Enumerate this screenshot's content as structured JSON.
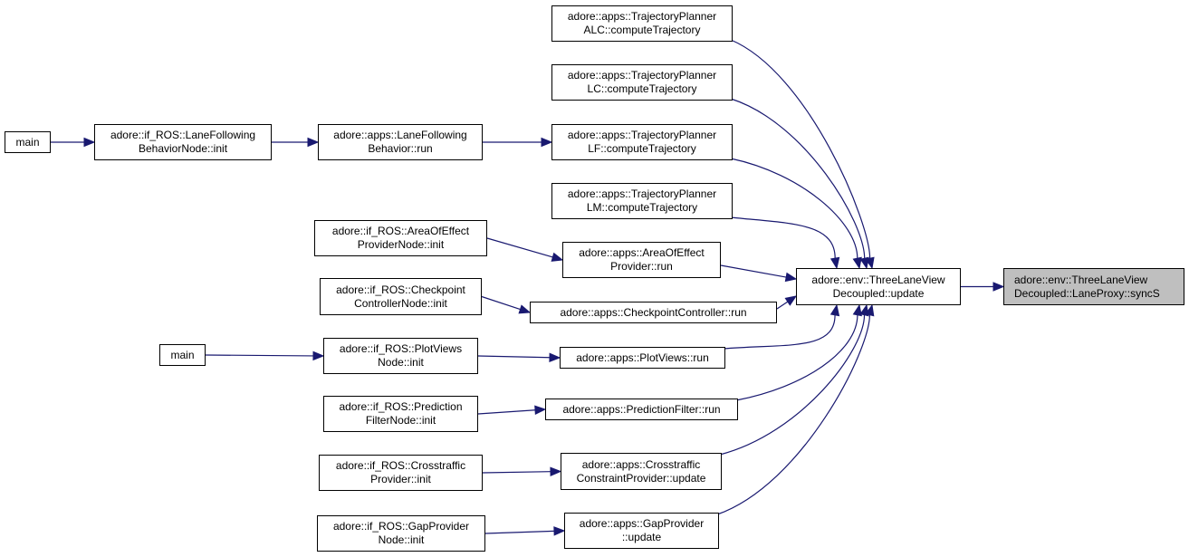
{
  "title": "Caller graph",
  "colors": {
    "edge": "#191970",
    "node_border": "#000000",
    "focus_fill": "#bfbfbf",
    "node_fill": "#ffffff"
  },
  "nodes": [
    {
      "id": "syncS",
      "lines": [
        "adore::env::ThreeLaneView",
        "Decoupled::LaneProxy::syncS"
      ],
      "focus": true
    },
    {
      "id": "tlv_update",
      "lines": [
        "adore::env::ThreeLaneView",
        "Decoupled::update"
      ]
    },
    {
      "id": "tp_alc",
      "lines": [
        "adore::apps::TrajectoryPlanner",
        "ALC::computeTrajectory"
      ]
    },
    {
      "id": "tp_lc",
      "lines": [
        "adore::apps::TrajectoryPlanner",
        "LC::computeTrajectory"
      ]
    },
    {
      "id": "tp_lf",
      "lines": [
        "adore::apps::TrajectoryPlanner",
        "LF::computeTrajectory"
      ]
    },
    {
      "id": "tp_lm",
      "lines": [
        "adore::apps::TrajectoryPlanner",
        "LM::computeTrajectory"
      ]
    },
    {
      "id": "aoe_run",
      "lines": [
        "adore::apps::AreaOfEffect",
        "Provider::run"
      ]
    },
    {
      "id": "cp_run",
      "lines": [
        "adore::apps::CheckpointController::run"
      ]
    },
    {
      "id": "pv_run",
      "lines": [
        "adore::apps::PlotViews::run"
      ]
    },
    {
      "id": "pf_run",
      "lines": [
        "adore::apps::PredictionFilter::run"
      ]
    },
    {
      "id": "ct_update",
      "lines": [
        "adore::apps::Crosstraffic",
        "ConstraintProvider::update"
      ]
    },
    {
      "id": "gp_update",
      "lines": [
        "adore::apps::GapProvider",
        "::update"
      ]
    },
    {
      "id": "lfb_run",
      "lines": [
        "adore::apps::LaneFollowing",
        "Behavior::run"
      ]
    },
    {
      "id": "lfb_node_init",
      "lines": [
        "adore::if_ROS::LaneFollowing",
        "BehaviorNode::init"
      ]
    },
    {
      "id": "main1",
      "lines": [
        "main"
      ]
    },
    {
      "id": "aoe_node_init",
      "lines": [
        "adore::if_ROS::AreaOfEffect",
        "ProviderNode::init"
      ]
    },
    {
      "id": "cp_node_init",
      "lines": [
        "adore::if_ROS::Checkpoint",
        "ControllerNode::init"
      ]
    },
    {
      "id": "pv_node_init",
      "lines": [
        "adore::if_ROS::PlotViews",
        "Node::init"
      ]
    },
    {
      "id": "main2",
      "lines": [
        "main"
      ]
    },
    {
      "id": "pf_node_init",
      "lines": [
        "adore::if_ROS::Prediction",
        "FilterNode::init"
      ]
    },
    {
      "id": "ct_node_init",
      "lines": [
        "adore::if_ROS::Crosstraffic",
        "Provider::init"
      ]
    },
    {
      "id": "gp_node_init",
      "lines": [
        "adore::if_ROS::GapProvider",
        "Node::init"
      ]
    }
  ],
  "edges": [
    {
      "from": "tlv_update",
      "to": "syncS"
    },
    {
      "from": "tp_alc",
      "to": "tlv_update"
    },
    {
      "from": "tp_lc",
      "to": "tlv_update"
    },
    {
      "from": "tp_lf",
      "to": "tlv_update"
    },
    {
      "from": "tp_lm",
      "to": "tlv_update"
    },
    {
      "from": "aoe_run",
      "to": "tlv_update"
    },
    {
      "from": "cp_run",
      "to": "tlv_update"
    },
    {
      "from": "pv_run",
      "to": "tlv_update"
    },
    {
      "from": "pf_run",
      "to": "tlv_update"
    },
    {
      "from": "ct_update",
      "to": "tlv_update"
    },
    {
      "from": "gp_update",
      "to": "tlv_update"
    },
    {
      "from": "main1",
      "to": "lfb_node_init"
    },
    {
      "from": "lfb_node_init",
      "to": "lfb_run"
    },
    {
      "from": "lfb_run",
      "to": "tp_lf"
    },
    {
      "from": "aoe_node_init",
      "to": "aoe_run"
    },
    {
      "from": "cp_node_init",
      "to": "cp_run"
    },
    {
      "from": "main2",
      "to": "pv_node_init"
    },
    {
      "from": "pv_node_init",
      "to": "pv_run"
    },
    {
      "from": "pf_node_init",
      "to": "pf_run"
    },
    {
      "from": "ct_node_init",
      "to": "ct_update"
    },
    {
      "from": "gp_node_init",
      "to": "gp_update"
    }
  ]
}
